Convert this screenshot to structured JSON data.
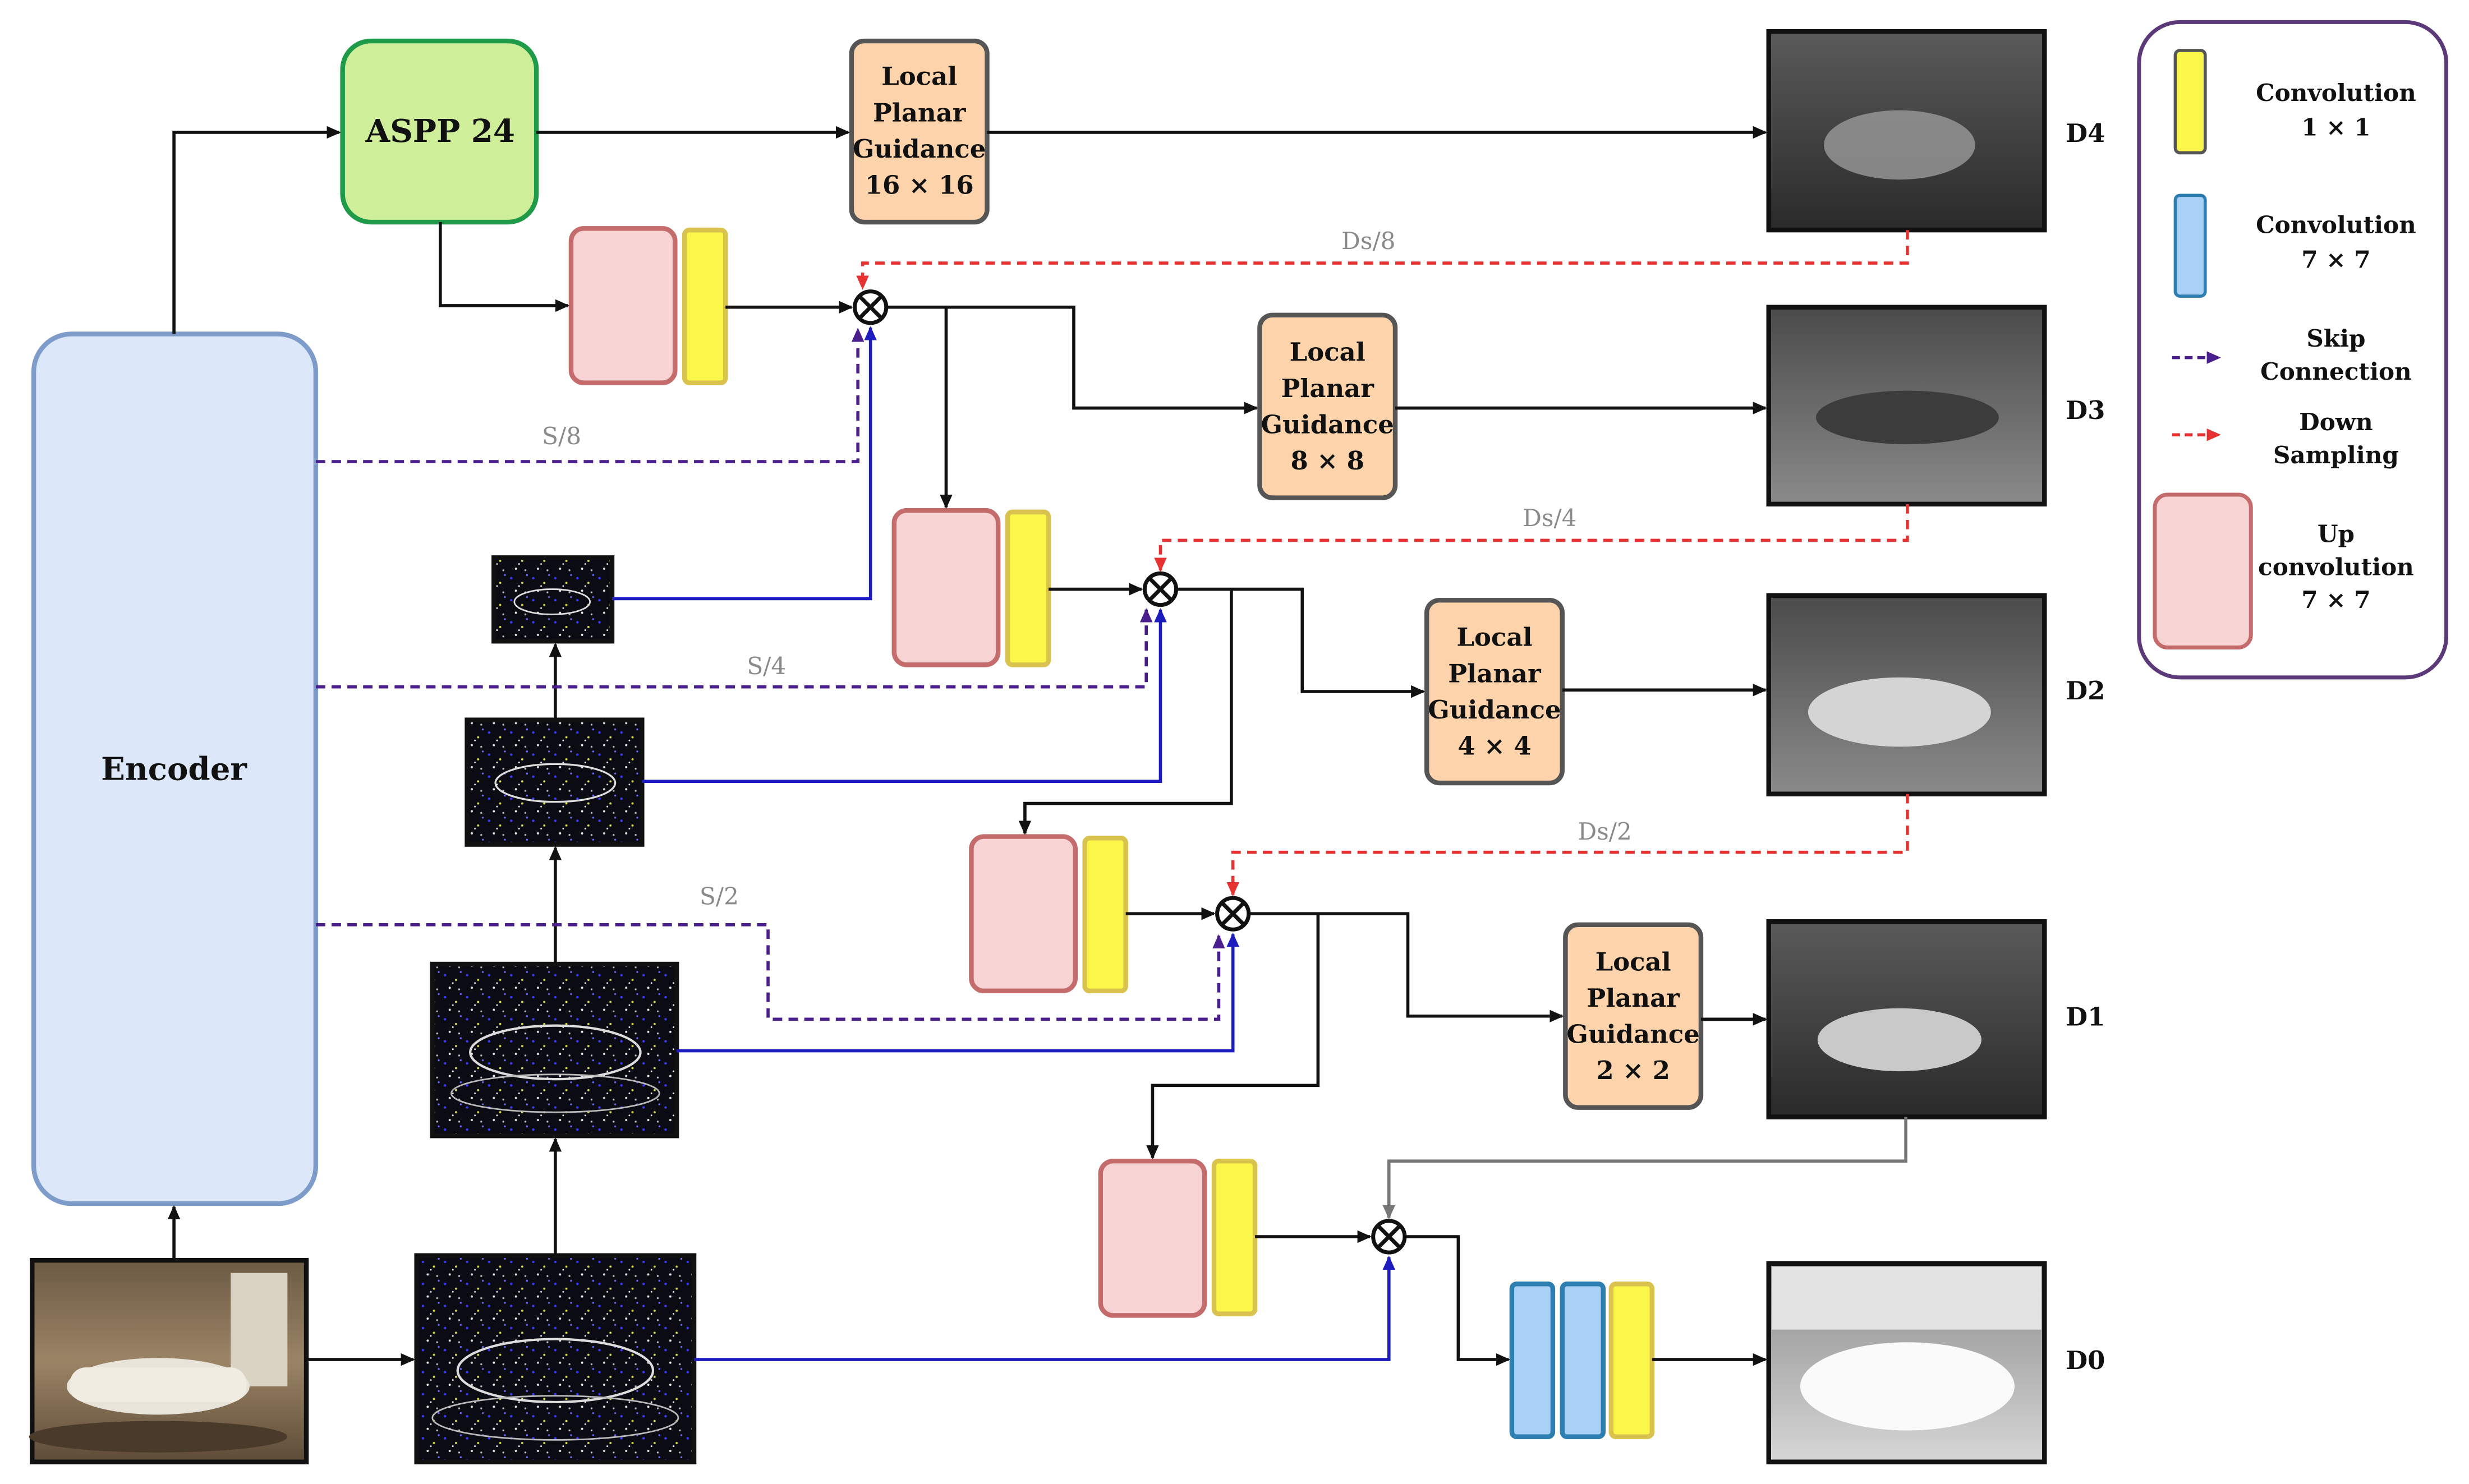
{
  "encoder": {
    "label": "Encoder"
  },
  "aspp": {
    "label": "ASPP 24"
  },
  "lpg": [
    {
      "lines": [
        "Local",
        "Planar",
        "Guidance",
        "16 × 16"
      ]
    },
    {
      "lines": [
        "Local",
        "Planar",
        "Guidance",
        "8 × 8"
      ]
    },
    {
      "lines": [
        "Local",
        "Planar",
        "Guidance",
        "4 × 4"
      ]
    },
    {
      "lines": [
        "Local",
        "Planar",
        "Guidance",
        "2 × 2"
      ]
    }
  ],
  "outputs": [
    "D4",
    "D3",
    "D2",
    "D1",
    "D0"
  ],
  "skip_labels": [
    "S/8",
    "S/4",
    "S/2"
  ],
  "down_labels": [
    "Ds/8",
    "Ds/4",
    "Ds/2"
  ],
  "legend": {
    "conv1": [
      "Convolution",
      "1 × 1"
    ],
    "conv7": [
      "Convolution",
      "7 × 7"
    ],
    "skip": [
      "Skip",
      "Connection"
    ],
    "down": [
      "Down",
      "Sampling"
    ],
    "upconv": [
      "Up",
      "convolution",
      "7 × 7"
    ]
  },
  "colors": {
    "encoder_fill": "#dce8fa",
    "encoder_stroke": "#7e9cc9",
    "aspp_fill": "#cfee9a",
    "aspp_stroke": "#1f9a48",
    "lpg_fill": "#fdd3ac",
    "lpg_stroke": "#555555",
    "upconv_fill": "#f7d3d3",
    "upconv_stroke": "#c46b6b",
    "conv1_fill": "#faf74a",
    "conv1_stroke": "#d9c24d",
    "conv7_fill": "#a9d0f5",
    "conv7_stroke": "#2d7fb1",
    "skip_line": "#4b1e8e",
    "down_line": "#e63232",
    "edge_line": "#1c1cbf",
    "legend_stroke": "#5c3a7a"
  }
}
